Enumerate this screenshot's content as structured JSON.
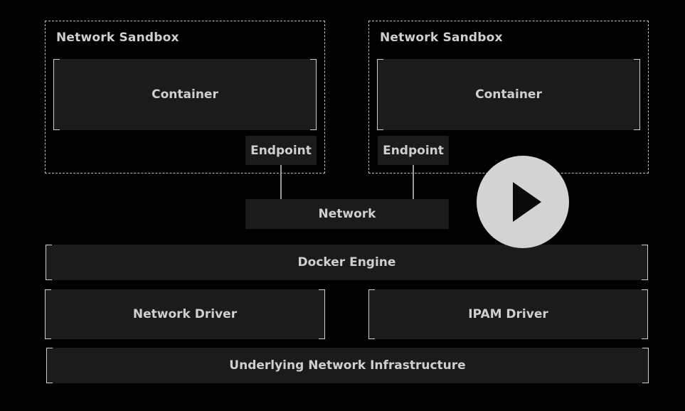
{
  "diagram": {
    "sandboxes": [
      {
        "label": "Network Sandbox",
        "container": "Container",
        "endpoint": "Endpoint"
      },
      {
        "label": "Network Sandbox",
        "container": "Container",
        "endpoint": "Endpoint"
      }
    ],
    "network": "Network",
    "engine": "Docker Engine",
    "network_driver": "Network Driver",
    "ipam_driver": "IPAM Driver",
    "infrastructure": "Underlying Network Infrastructure"
  },
  "player": {
    "icon": "play-icon"
  },
  "colors": {
    "background": "#000000",
    "box_fill": "#1b1b1b",
    "text": "#cfcfcf",
    "play_button": "#d3d3d3",
    "play_glyph": "#0a0a0a"
  }
}
